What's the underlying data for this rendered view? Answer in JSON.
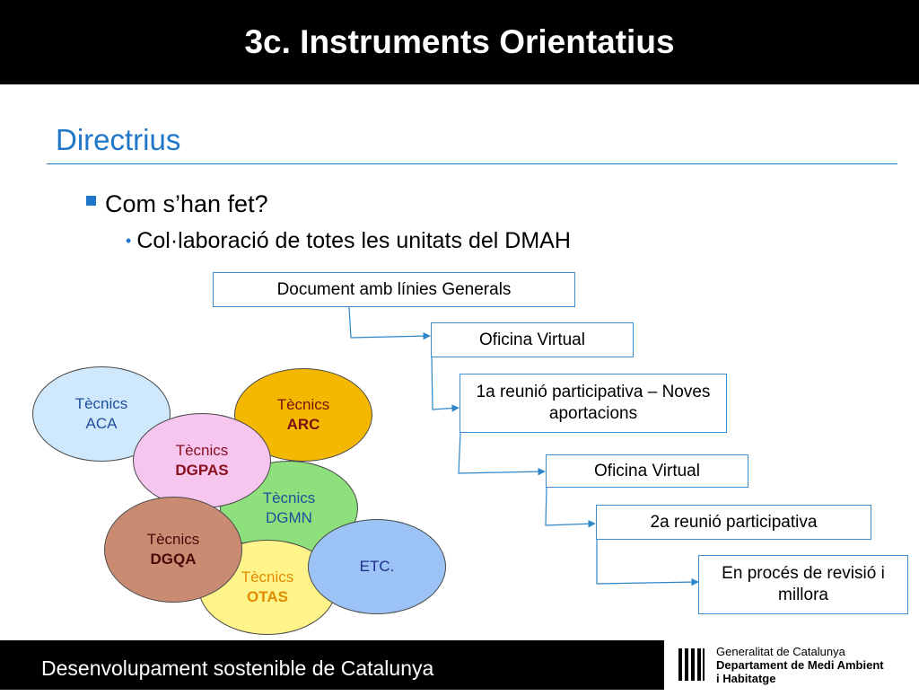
{
  "header": {
    "title": "3c. Instruments Orientatius"
  },
  "section": {
    "title": "Directrius"
  },
  "bullets": {
    "level1": "Com s’han fet?",
    "level2": "Col·laboració de totes les unitats del DMAH"
  },
  "process_steps": [
    "Document amb línies Generals",
    "Oficina Virtual",
    "1a reunió participativa – Noves aportacions",
    "Oficina Virtual",
    "2a reunió participativa",
    "En procés de revisió i millora"
  ],
  "groups": [
    {
      "line1": "Tècnics",
      "line2": "ACA",
      "fill": "#cfe8fb",
      "text_color": "#1f4e9c",
      "bold": false
    },
    {
      "line1": "Tècnics",
      "line2": "ARC",
      "fill": "#f5b800",
      "text_color": "#7a0f0f",
      "bold": true
    },
    {
      "line1": "Tècnics",
      "line2": "DGMN",
      "fill": "#8ee07c",
      "text_color": "#1f4e9c",
      "bold": false
    },
    {
      "line1": "Tècnics",
      "line2": "OTAS",
      "fill": "#fff48a",
      "text_color": "#e08b00",
      "bold": true
    },
    {
      "line1": "Tècnics",
      "line2": "DGPAS",
      "fill": "#f6c6ef",
      "text_color": "#8a1020",
      "bold": true
    },
    {
      "line1": "Tècnics",
      "line2": "DGQA",
      "fill": "#c98b72",
      "text_color": "#4a0a0a",
      "bold": true
    },
    {
      "line1": "ETC.",
      "line2": "",
      "fill": "#9cc3f5",
      "text_color": "#1f2e8c",
      "bold": false
    }
  ],
  "colors": {
    "accent": "#1f77c9",
    "connector": "#2e86c8"
  },
  "footer": {
    "tagline": "Desenvolupament sostenible de Catalunya",
    "logo_line1": "Generalitat de Catalunya",
    "logo_line2": "Departament de Medi Ambient",
    "logo_line3": "i Habitatge"
  }
}
